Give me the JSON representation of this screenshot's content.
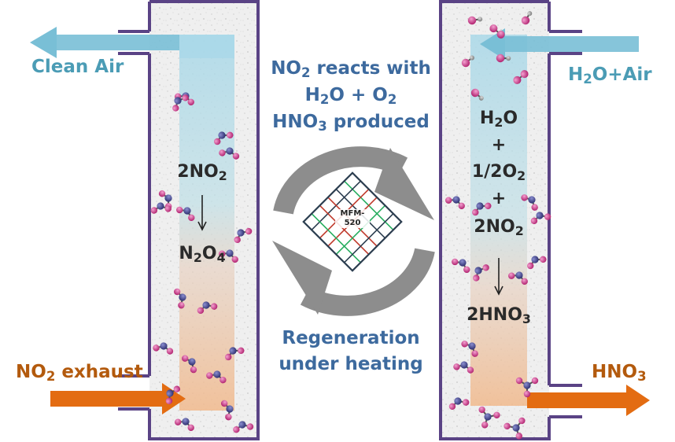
{
  "left_column": {
    "outlet_label": "Clean Air",
    "inlet_label_main": "NO",
    "inlet_label_sub": "2",
    "inlet_label_rest": " exhaust",
    "reaction_top_main": "2NO",
    "reaction_top_sub": "2",
    "reaction_bottom_a": "N",
    "reaction_bottom_sub1": "2",
    "reaction_bottom_b": "O",
    "reaction_bottom_sub2": "4"
  },
  "center": {
    "top_line1_a": "NO",
    "top_line1_sub": "2",
    "top_line1_b": " reacts with",
    "top_line2_a": "H",
    "top_line2_sub1": "2",
    "top_line2_b": "O + O",
    "top_line2_sub2": "2",
    "top_line3_a": "HNO",
    "top_line3_sub": "3",
    "top_line3_b": " produced",
    "mof_label_1": "MFM-",
    "mof_label_2": "520",
    "bottom_line1": "Regeneration",
    "bottom_line2": "under heating"
  },
  "right_column": {
    "inlet_label_a": "H",
    "inlet_label_sub": "2",
    "inlet_label_b": "O+Air",
    "outlet_label_a": "HNO",
    "outlet_label_sub": "3",
    "r1_a": "H",
    "r1_sub": "2",
    "r1_b": "O",
    "plus1": "+",
    "r2_a": "1/2O",
    "r2_sub": "2",
    "plus2": "+",
    "r3_a": "2NO",
    "r3_sub": "2",
    "r4_a": "2HNO",
    "r4_sub": "3"
  },
  "colors": {
    "frame": "#5a4385",
    "blue_arrow": "#79bfd6",
    "orange_arrow": "#e36c12",
    "clean_air_text": "#4b9cb5",
    "orange_text": "#b35a0d",
    "center_text": "#3d6a9e",
    "cycle_arrow": "#8d8d8d"
  }
}
